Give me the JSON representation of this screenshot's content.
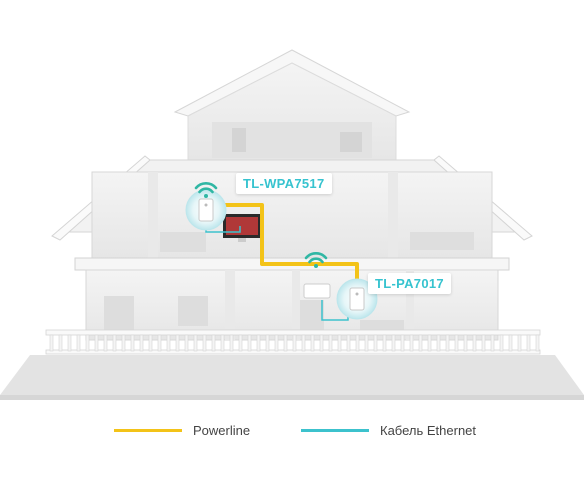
{
  "devices": {
    "wpa": {
      "name": "TL-WPA7517"
    },
    "pa": {
      "name": "TL-PA7017"
    }
  },
  "legend": {
    "powerline": {
      "label": "Powerline",
      "color": "#f3c318"
    },
    "ethernet": {
      "label": "Кабель Ethernet",
      "color": "#3cc2cd"
    }
  },
  "colors": {
    "wifi_accent": "#30b7a4",
    "adapter_glow": "#bde6ec",
    "house_fill": "#ededed",
    "house_line": "#d7d7d7"
  }
}
